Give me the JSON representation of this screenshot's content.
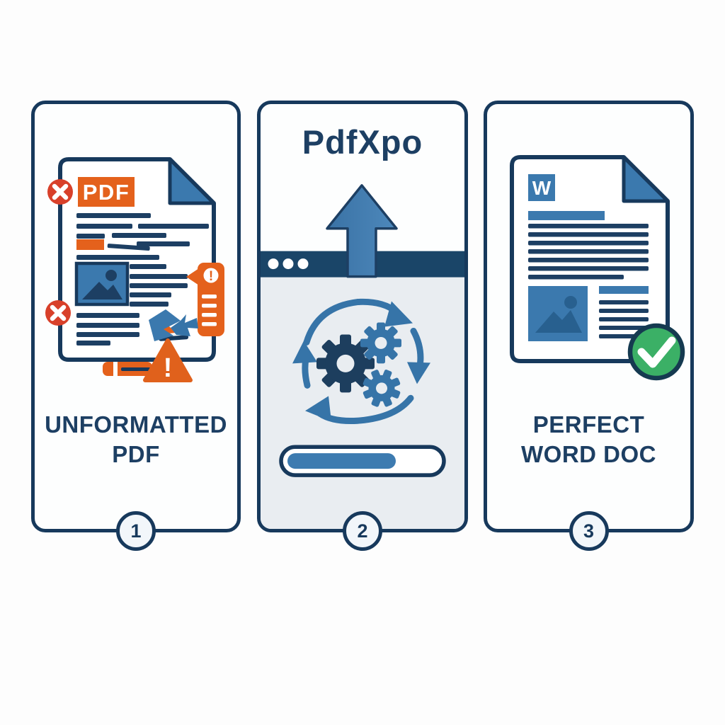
{
  "page": {
    "background": "#fdfdfd"
  },
  "colors": {
    "card_border_navy": "#17395c",
    "ink_navy": "#1d3f63",
    "blue": "#3b79ae",
    "blue_medium": "#3674a8",
    "blue_dark_fill": "#28608f",
    "orange": "#e4611c",
    "red": "#d8402a",
    "green": "#3bb066",
    "window_header": "#1a4568",
    "window_body": "#e9edf1",
    "step_circle_fill": "#f2f6fa"
  },
  "panels": {
    "pdf": {
      "step": "1",
      "label_lines": [
        "UNFORMATTED",
        "PDF"
      ],
      "file_badge": "PDF",
      "callout_mark": "!",
      "warning_mark": "!",
      "icons": [
        "error-x-circle",
        "error-x-circle",
        "page-fold",
        "image-placeholder",
        "alert-callout",
        "broken-arrow",
        "warning-triangle",
        "highlighter-pen"
      ]
    },
    "converter": {
      "step": "2",
      "title": "PdfXpo",
      "progress_percent": 66,
      "progress_width": "153",
      "icons": [
        "upload-arrow",
        "window-dots",
        "sync-cycle-arrows",
        "gears",
        "progress-bar"
      ]
    },
    "word": {
      "step": "3",
      "label_lines": [
        "PERFECT",
        "WORD DOC"
      ],
      "file_badge": "W",
      "icons": [
        "page-fold",
        "image-placeholder",
        "check-circle"
      ]
    }
  }
}
